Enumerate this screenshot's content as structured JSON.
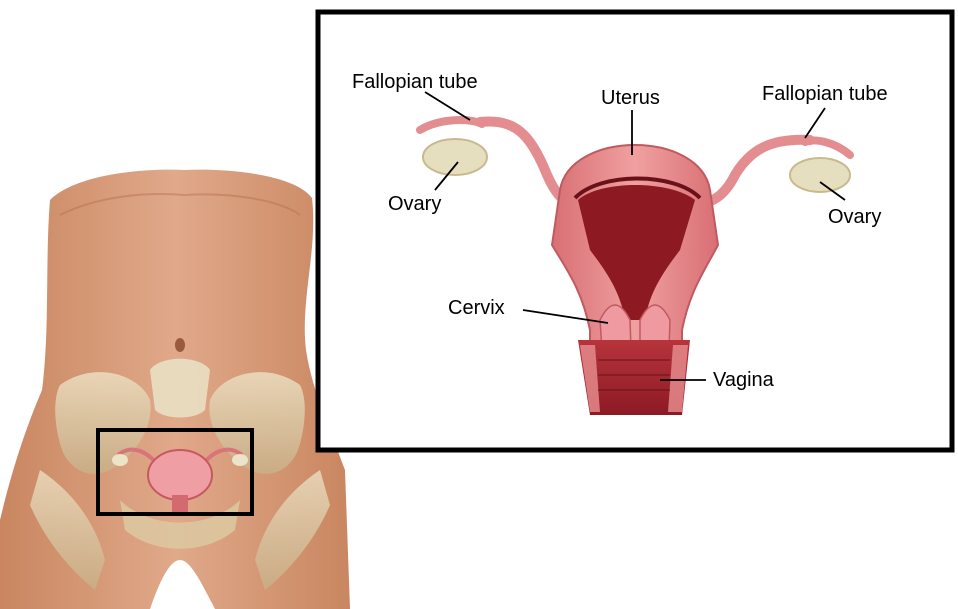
{
  "labels": {
    "fallopian_left": "Fallopian tube",
    "uterus": "Uterus",
    "fallopian_right": "Fallopian tube",
    "ovary_left": "Ovary",
    "ovary_right": "Ovary",
    "cervix": "Cervix",
    "vagina": "Vagina"
  },
  "colors": {
    "skin": "#d79a72",
    "bone": "#e4d2ae",
    "uterus_outer": "#e58a8c",
    "uterus_inner": "#8d1a22",
    "ovary": "#e8e2c4",
    "frame": "#000000"
  }
}
